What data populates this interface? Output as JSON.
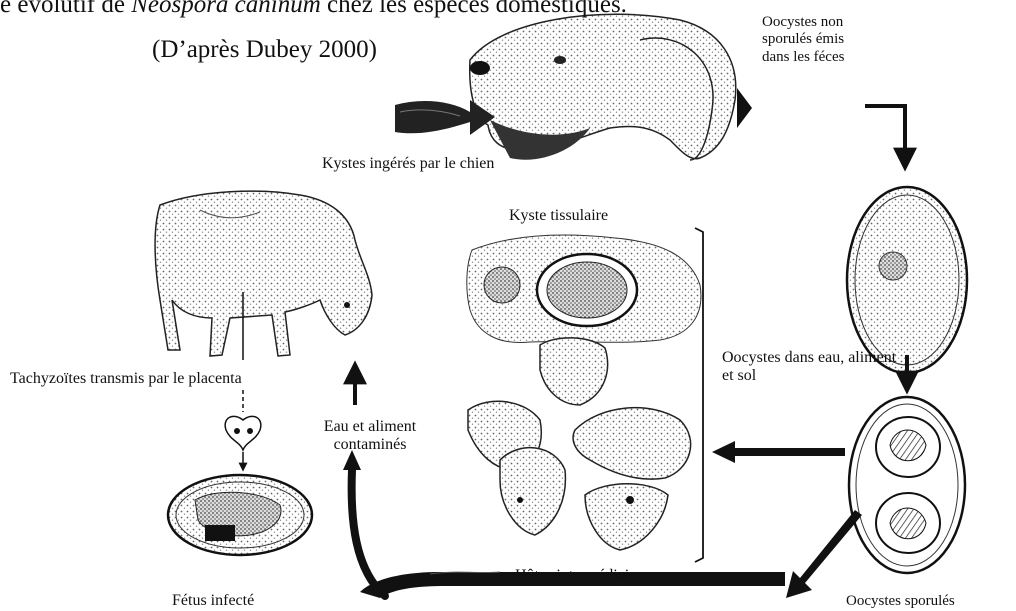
{
  "title": {
    "prefix": "e évolutif de ",
    "species": "Neospora caninum",
    "suffix": " chez les espèces domestiques."
  },
  "source": "(D’après Dubey 2000)",
  "labels": {
    "oocysts_unsporulated": "Oocystes non sporulés émis dans les féces",
    "cysts_ingested": "Kystes ingérés par le chien",
    "tissue_cyst": "Kyste tissulaire",
    "tachyzoites": "Tachyzoïtes transmis par le placenta",
    "water_food": "Eau et aliment contaminés",
    "oocysts_water": "Oocystes dans eau, aliment et sol",
    "intermediate_hosts": "Hôtes intermédiaires",
    "infected_fetus": "Fétus infecté",
    "oocysts_sporulated": "Oocystes sporulés"
  },
  "colors": {
    "ink": "#111111",
    "stipple": "#555555",
    "paper": "#ffffff"
  }
}
